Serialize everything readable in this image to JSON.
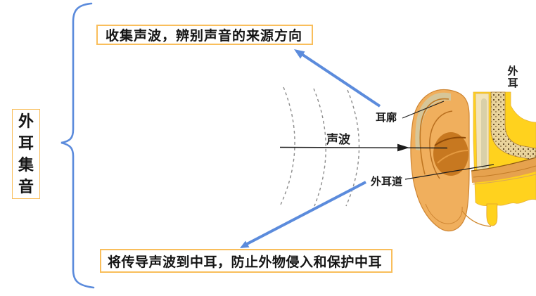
{
  "diagram": {
    "root": {
      "label": "外耳集音"
    },
    "functions": [
      {
        "id": "auricle-function",
        "label": "收集声波，辨别声音的来源方向",
        "points_to": "耳廓"
      },
      {
        "id": "ear-canal-function",
        "label": "将传导声波到中耳，防止外物侵入和保护中耳",
        "points_to": "外耳道"
      }
    ],
    "labels": {
      "sound_wave": "声波",
      "auricle": "耳廓",
      "ear_canal": "外耳道",
      "outer_ear": "外耳"
    },
    "colors": {
      "accent_blue": "#5b8bdc",
      "box_border_orange": "#f9be5b",
      "wave_gray": "#8c8c8c",
      "line_black": "#1c1c1c",
      "ear_yellow": "#ffd21e",
      "ear_skin": "#f0af5d",
      "ear_bone_bg": "#e9d49c",
      "ear_concha": "#c06e15"
    }
  }
}
